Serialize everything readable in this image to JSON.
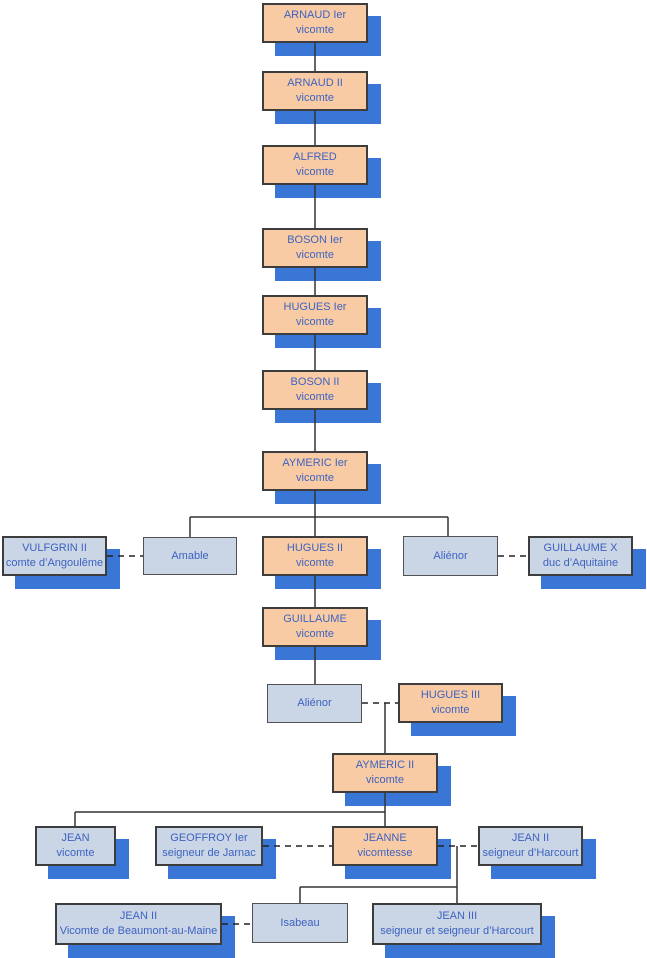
{
  "diagram": {
    "type": "family-tree",
    "background": "#ffffff",
    "colors": {
      "node_fill_highlight": "#F9CBA4",
      "node_fill_secondary": "#CAD5E5",
      "node_shadow": "#3A76D6",
      "node_border": "#3D3D3D",
      "text": "#3D63C1",
      "connector": "#333333"
    },
    "line_styles": {
      "descent": "solid",
      "marriage": "dashed"
    }
  },
  "nodes": {
    "arnaud1": {
      "name": "ARNAUD Ier",
      "title": "vicomte",
      "variant": "highlight-shadow"
    },
    "arnaud2": {
      "name": "ARNAUD II",
      "title": "vicomte",
      "variant": "highlight-shadow"
    },
    "alfred": {
      "name": "ALFRED",
      "title": "vicomte",
      "variant": "highlight-shadow"
    },
    "boson1": {
      "name": "BOSON Ier",
      "title": "vicomte",
      "variant": "highlight-shadow"
    },
    "hugues1": {
      "name": "HUGUES Ier",
      "title": "vicomte",
      "variant": "highlight-shadow"
    },
    "boson2": {
      "name": "BOSON II",
      "title": "vicomte",
      "variant": "highlight-shadow"
    },
    "aymeric1": {
      "name": "AYMERIC Ier",
      "title": "vicomte",
      "variant": "highlight-shadow"
    },
    "vulfgrin": {
      "name": "VULFGRIN II",
      "title": "comte d’Angoulême",
      "variant": "secondary-shadow"
    },
    "amable": {
      "name": "Amable",
      "title": "",
      "variant": "secondary-plain"
    },
    "hugues2": {
      "name": "HUGUES II",
      "title": "vicomte",
      "variant": "highlight-shadow"
    },
    "alienor1": {
      "name": "Aliénor",
      "title": "",
      "variant": "secondary-plain"
    },
    "guillaumex": {
      "name": "GUILLAUME X",
      "title": "duc d’Aquitaine",
      "variant": "secondary-shadow"
    },
    "guillaume": {
      "name": "GUILLAUME",
      "title": "vicomte",
      "variant": "highlight-shadow"
    },
    "alienor2": {
      "name": "Aliénor",
      "title": "",
      "variant": "secondary-plain"
    },
    "hugues3": {
      "name": "HUGUES III",
      "title": "vicomte",
      "variant": "highlight-shadow"
    },
    "aymeric2": {
      "name": "AYMERIC II",
      "title": "vicomte",
      "variant": "highlight-shadow"
    },
    "jean": {
      "name": "JEAN",
      "title": "vicomte",
      "variant": "secondary-shadow"
    },
    "geoffroy": {
      "name": "GEOFFROY Ier",
      "title": "seigneur de Jarnac",
      "variant": "secondary-shadow"
    },
    "jeanne": {
      "name": "JEANNE",
      "title": "vicomtesse",
      "variant": "highlight-shadow"
    },
    "jean2h": {
      "name": "JEAN II",
      "title": "seigneur d’Harcourt",
      "variant": "secondary-shadow"
    },
    "jean2b": {
      "name": "JEAN II",
      "title": "Vicomte de Beaumont-au-Maine",
      "variant": "secondary-shadow"
    },
    "isabeau": {
      "name": "Isabeau",
      "title": "",
      "variant": "secondary-plain"
    },
    "jean3": {
      "name": "JEAN III",
      "title": "seigneur et seigneur d’Harcourt",
      "variant": "secondary-shadow"
    }
  }
}
